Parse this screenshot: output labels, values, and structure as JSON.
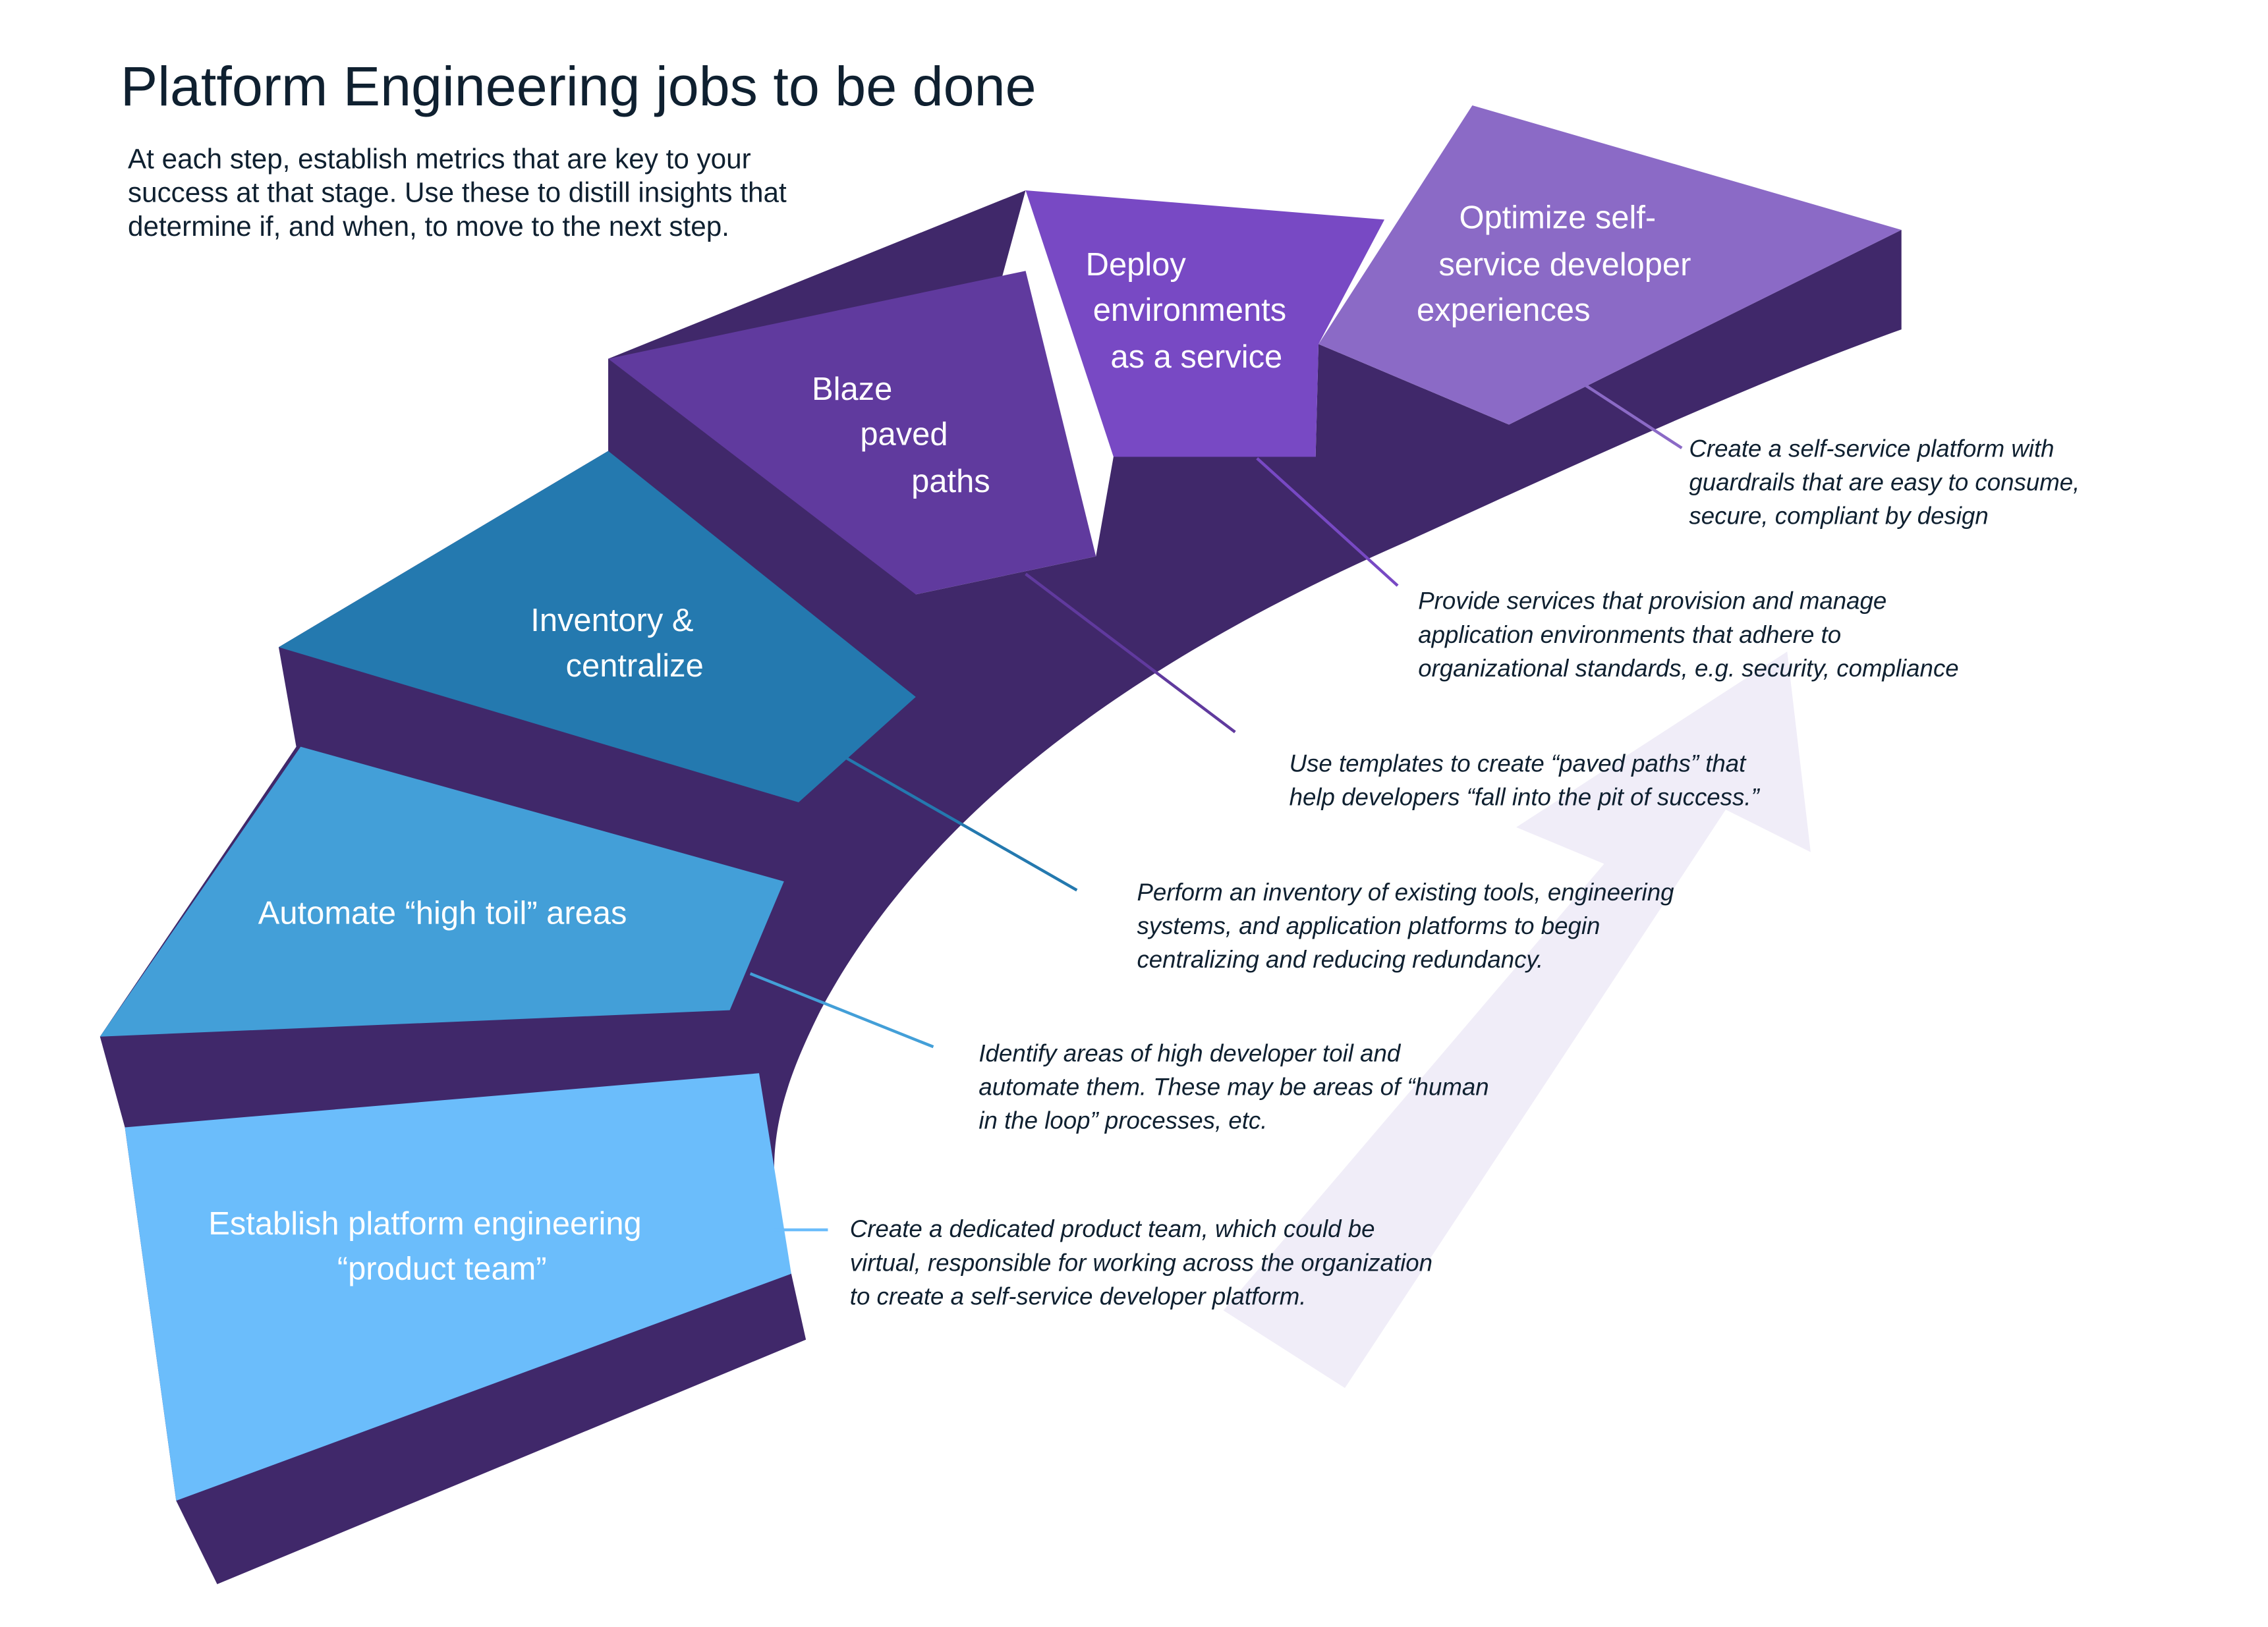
{
  "header": {
    "title": "Platform Engineering jobs to be done",
    "intro_lines": [
      "At each step, establish metrics that are key to your",
      "success at that stage. Use these to distill insights that",
      "determine if, and when, to move to the next step."
    ]
  },
  "colors": {
    "side": "#40286a",
    "step1": "#6bbdfb",
    "step2": "#439fd8",
    "step3": "#2479af",
    "step4": "#603a9e",
    "step5": "#7849c4",
    "step6": "#8b6ac6",
    "arrow": "#f0edf8",
    "title_text": "#0f2030"
  },
  "steps": [
    {
      "id": "establish-team",
      "label_lines": [
        "Establish platform engineering",
        "“product team”"
      ],
      "description_lines": [
        "Create a dedicated product team, which could be",
        "virtual, responsible for working across the organization",
        "to create a self-service developer platform."
      ]
    },
    {
      "id": "automate-toil",
      "label_lines": [
        "Automate “high toil” areas"
      ],
      "description_lines": [
        "Identify areas of high developer toil and",
        "automate them. These may be areas of “human",
        "in the loop” processes, etc."
      ]
    },
    {
      "id": "inventory-centralize",
      "label_lines": [
        "Inventory &",
        "centralize"
      ],
      "description_lines": [
        "Perform an inventory of existing tools, engineering",
        "systems, and application platforms to begin",
        "centralizing and reducing redundancy."
      ]
    },
    {
      "id": "paved-paths",
      "label_lines": [
        "Blaze",
        "paved",
        "paths"
      ],
      "description_lines": [
        "Use templates to create “paved paths” that",
        "help developers “fall into the pit of success.”"
      ]
    },
    {
      "id": "deploy-environments",
      "label_lines": [
        "Deploy",
        "environments",
        "as a service"
      ],
      "description_lines": [
        "Provide services that provision and manage",
        "application environments that adhere to",
        "organizational standards, e.g. security, compliance"
      ]
    },
    {
      "id": "optimize-self-service",
      "label_lines": [
        "Optimize self-",
        "service developer",
        "experiences"
      ],
      "description_lines": [
        "Create a self-service platform with",
        "guardrails that are easy to consume,",
        "secure, compliant by design"
      ]
    }
  ]
}
